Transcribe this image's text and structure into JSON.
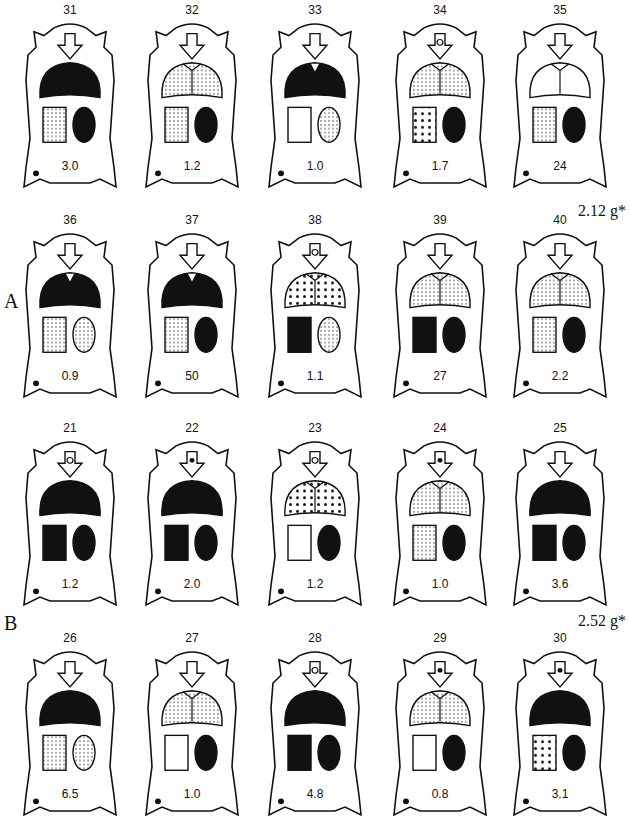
{
  "diagram": {
    "labels": [
      "31",
      "3.0",
      "32",
      "1.2",
      "33",
      "1.0",
      "34",
      "1.7",
      "35",
      "24",
      "36",
      "0.9",
      "37",
      "50",
      "38",
      "1.1",
      "39",
      "27",
      "40",
      "2.2",
      "21",
      "1.2",
      "22",
      "2.0",
      "23",
      "1.2",
      "24",
      "1.0",
      "25",
      "3.6",
      "26",
      "6.5",
      "27",
      "1.0",
      "28",
      "4.8",
      "29",
      "0.8",
      "30",
      "3.1",
      "A",
      "2.12 g*",
      "B",
      "2.52 g*"
    ]
  }
}
